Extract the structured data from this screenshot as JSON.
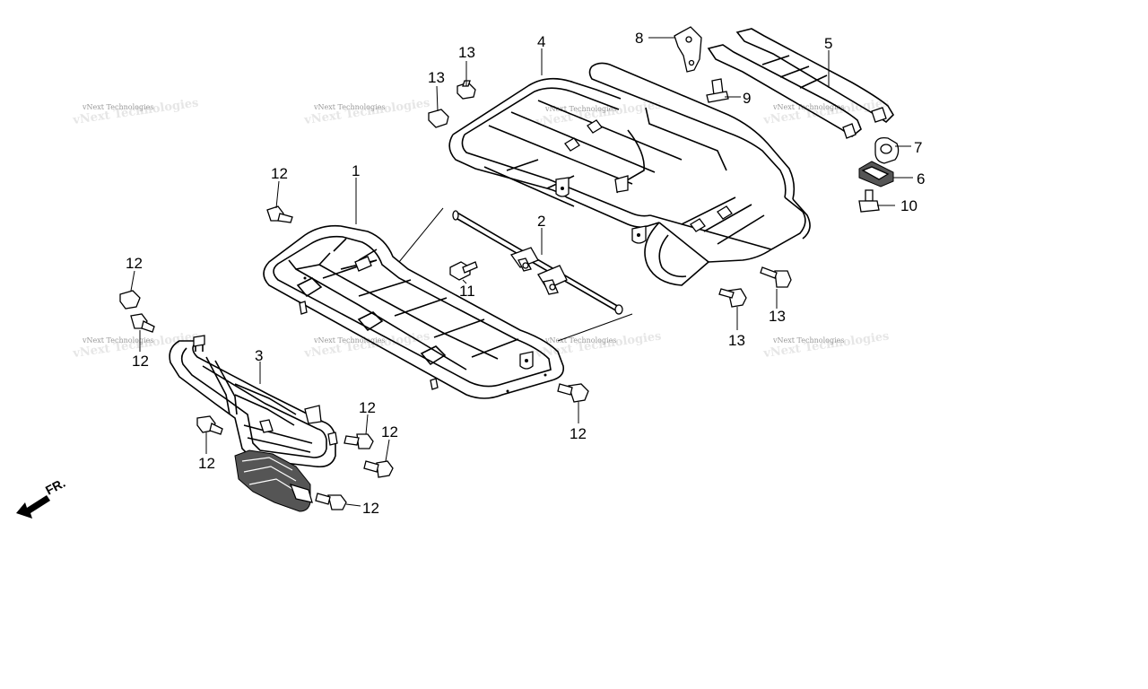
{
  "diagram": {
    "watermark": "vNext Technologies",
    "direction_label": "FR.",
    "callouts": [
      {
        "id": "c1",
        "label": "1"
      },
      {
        "id": "c2",
        "label": "2"
      },
      {
        "id": "c3",
        "label": "3"
      },
      {
        "id": "c4",
        "label": "4"
      },
      {
        "id": "c5",
        "label": "5"
      },
      {
        "id": "c6",
        "label": "6"
      },
      {
        "id": "c7",
        "label": "7"
      },
      {
        "id": "c8",
        "label": "8"
      },
      {
        "id": "c9",
        "label": "9"
      },
      {
        "id": "c10",
        "label": "10"
      },
      {
        "id": "c11",
        "label": "11"
      },
      {
        "id": "c12a",
        "label": "12"
      },
      {
        "id": "c12b",
        "label": "12"
      },
      {
        "id": "c12c",
        "label": "12"
      },
      {
        "id": "c12d",
        "label": "12"
      },
      {
        "id": "c12e",
        "label": "12"
      },
      {
        "id": "c12f",
        "label": "12"
      },
      {
        "id": "c12g",
        "label": "12"
      },
      {
        "id": "c12h",
        "label": "12"
      },
      {
        "id": "c13a",
        "label": "13"
      },
      {
        "id": "c13b",
        "label": "13"
      },
      {
        "id": "c13c",
        "label": "13"
      },
      {
        "id": "c13d",
        "label": "13"
      }
    ]
  }
}
